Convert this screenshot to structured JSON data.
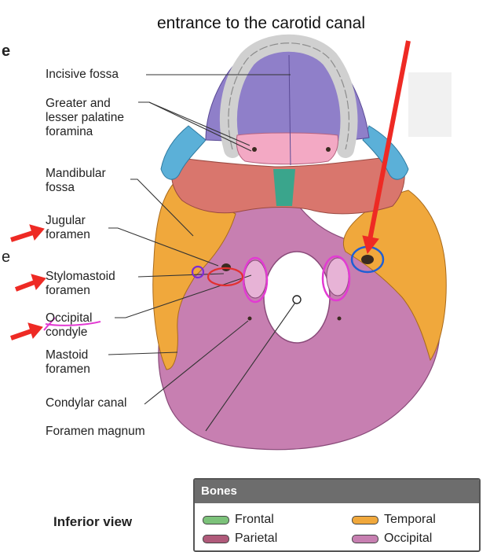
{
  "annotation": "entrance to the carotid canal",
  "edge_fragments": [
    "e",
    "e"
  ],
  "labels": {
    "incisive_fossa": "Incisive fossa",
    "palatine_foramina": "Greater and\nlesser palatine\nforamina",
    "mandibular_fossa": "Mandibular\nfossa",
    "jugular_foramen": "Jugular\nforamen",
    "stylomastoid_foramen": "Stylomastoid\nforamen",
    "occipital_condyle": "Occipital\ncondyle",
    "mastoid_foramen": "Mastoid\nforamen",
    "condylar_canal": "Condylar canal",
    "foramen_magnum": "Foramen magnum"
  },
  "view_label": "Inferior view",
  "legend": {
    "title": "Bones",
    "items": [
      {
        "label": "Frontal",
        "color": "#7cc27a"
      },
      {
        "label": "Temporal",
        "color": "#f0a83c"
      },
      {
        "label": "Parietal",
        "color": "#b05a7a"
      },
      {
        "label": "Occipital",
        "color": "#c77fb1"
      }
    ]
  },
  "colors": {
    "occipital": "#c77fb1",
    "temporal": "#f0a83c",
    "sphenoid": "#d9766d",
    "palatine": "#f3a9c4",
    "maxilla": "#8f7fc9",
    "zygomatic": "#5bb0d8",
    "vomer": "#3aa58c",
    "teeth": "#d8d8d8",
    "arrow": "#ee2a24",
    "circle_blue": "#1f5fd4",
    "circle_magenta": "#e23bd2",
    "circle_purple": "#7b2bd4",
    "circle_red": "#e23030"
  }
}
